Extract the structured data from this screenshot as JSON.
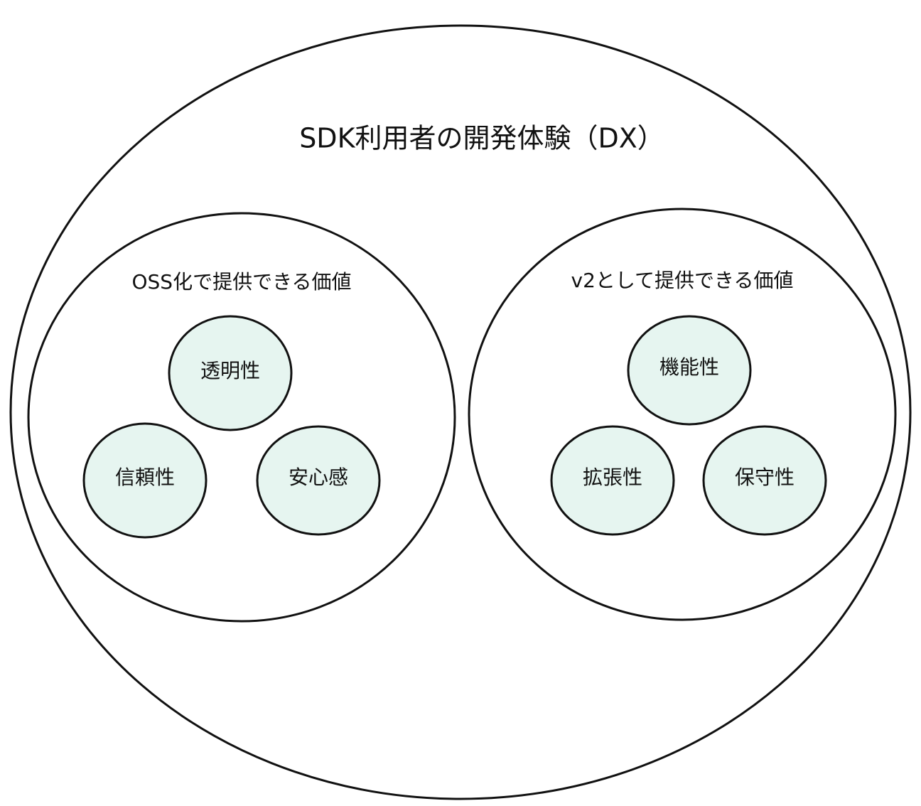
{
  "diagram": {
    "title": "SDK利用者の開発体験（DX）",
    "groups": [
      {
        "label": "OSS化で提供できる価値",
        "items": [
          "透明性",
          "信頼性",
          "安心感"
        ]
      },
      {
        "label": "v2として提供できる価値",
        "items": [
          "機能性",
          "拡張性",
          "保守性"
        ]
      }
    ]
  },
  "colors": {
    "node_fill": "#e6f5f0",
    "stroke": "#111111",
    "background": "#ffffff"
  }
}
